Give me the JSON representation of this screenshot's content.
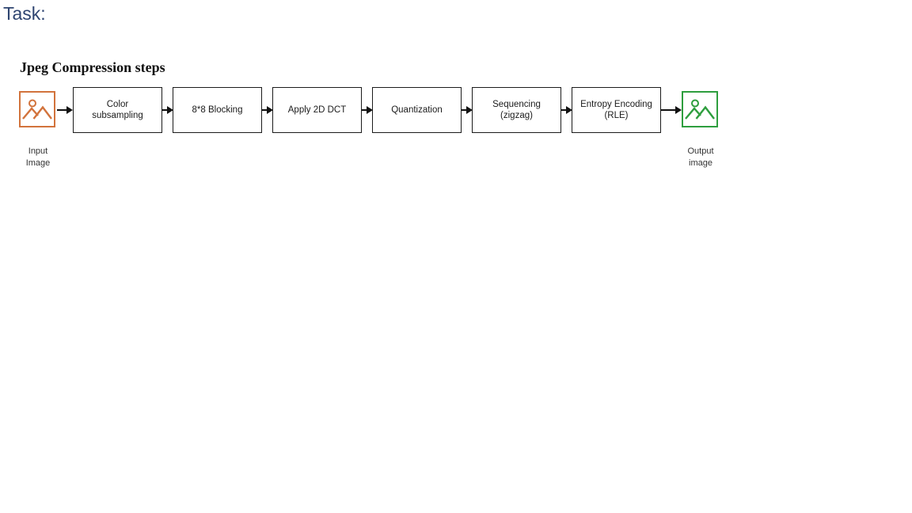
{
  "page": {
    "header": "Task:",
    "header_color": "#2e4470",
    "background": "#ffffff"
  },
  "figure": {
    "title": "Jpeg Compression steps",
    "input": {
      "icon": "image-icon",
      "color": "#d2733c",
      "caption_line1": "Input",
      "caption_line2": "Image"
    },
    "output": {
      "icon": "image-icon",
      "color": "#2e9e3e",
      "caption_line1": "Output",
      "caption_line2": "image"
    },
    "arrow_icon": "arrow-right-icon",
    "steps": [
      {
        "line1": "Color",
        "line2": "subsampling"
      },
      {
        "line1": "8*8 Blocking",
        "line2": ""
      },
      {
        "line1": "Apply 2D DCT",
        "line2": ""
      },
      {
        "line1": "Quantization",
        "line2": ""
      },
      {
        "line1": "Sequencing",
        "line2": "(zigzag)"
      },
      {
        "line1": "Entropy Encoding",
        "line2": "(RLE)"
      }
    ]
  }
}
